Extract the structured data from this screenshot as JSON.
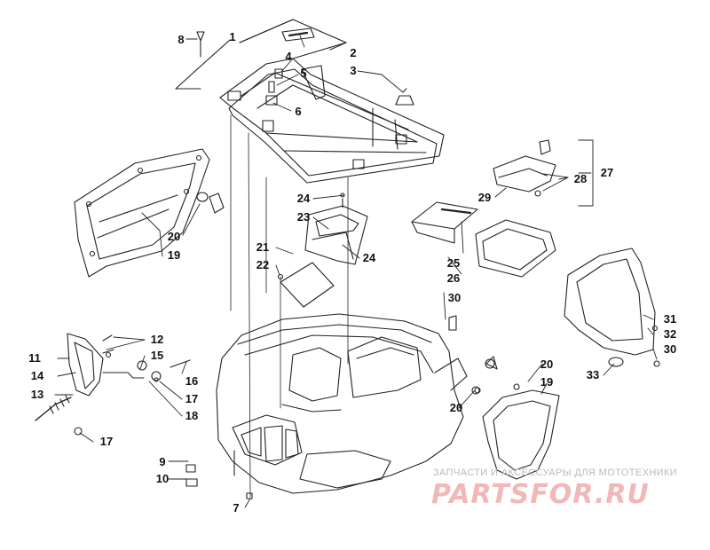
{
  "callouts": [
    {
      "id": "1",
      "label": "1"
    },
    {
      "id": "2",
      "label": "2"
    },
    {
      "id": "3",
      "label": "3"
    },
    {
      "id": "4",
      "label": "4"
    },
    {
      "id": "5",
      "label": "5"
    },
    {
      "id": "6",
      "label": "6"
    },
    {
      "id": "7",
      "label": "7"
    },
    {
      "id": "8",
      "label": "8"
    },
    {
      "id": "9",
      "label": "9"
    },
    {
      "id": "10",
      "label": "10"
    },
    {
      "id": "11",
      "label": "11"
    },
    {
      "id": "12",
      "label": "12"
    },
    {
      "id": "13",
      "label": "13"
    },
    {
      "id": "14",
      "label": "14"
    },
    {
      "id": "15",
      "label": "15"
    },
    {
      "id": "16",
      "label": "16"
    },
    {
      "id": "17a",
      "label": "17"
    },
    {
      "id": "17b",
      "label": "17"
    },
    {
      "id": "18",
      "label": "18"
    },
    {
      "id": "19a",
      "label": "19"
    },
    {
      "id": "19b",
      "label": "19"
    },
    {
      "id": "20a",
      "label": "20"
    },
    {
      "id": "20b",
      "label": "20"
    },
    {
      "id": "20c",
      "label": "20"
    },
    {
      "id": "21",
      "label": "21"
    },
    {
      "id": "22",
      "label": "22"
    },
    {
      "id": "23",
      "label": "23"
    },
    {
      "id": "24a",
      "label": "24"
    },
    {
      "id": "24b",
      "label": "24"
    },
    {
      "id": "25",
      "label": "25"
    },
    {
      "id": "26",
      "label": "26"
    },
    {
      "id": "27",
      "label": "27"
    },
    {
      "id": "28",
      "label": "28"
    },
    {
      "id": "29",
      "label": "29"
    },
    {
      "id": "30a",
      "label": "30"
    },
    {
      "id": "30b",
      "label": "30"
    },
    {
      "id": "31",
      "label": "31"
    },
    {
      "id": "32",
      "label": "32"
    },
    {
      "id": "33",
      "label": "33"
    }
  ],
  "watermark": {
    "tagline": "ЗАПЧАСТИ И АКСЕССУАРЫ ДЛЯ МОТОТЕХНИКИ",
    "logo": "PARTSFOR.RU",
    "colors": {
      "tagline": "#b9b9b9",
      "logo": "#f2b8b8"
    }
  }
}
